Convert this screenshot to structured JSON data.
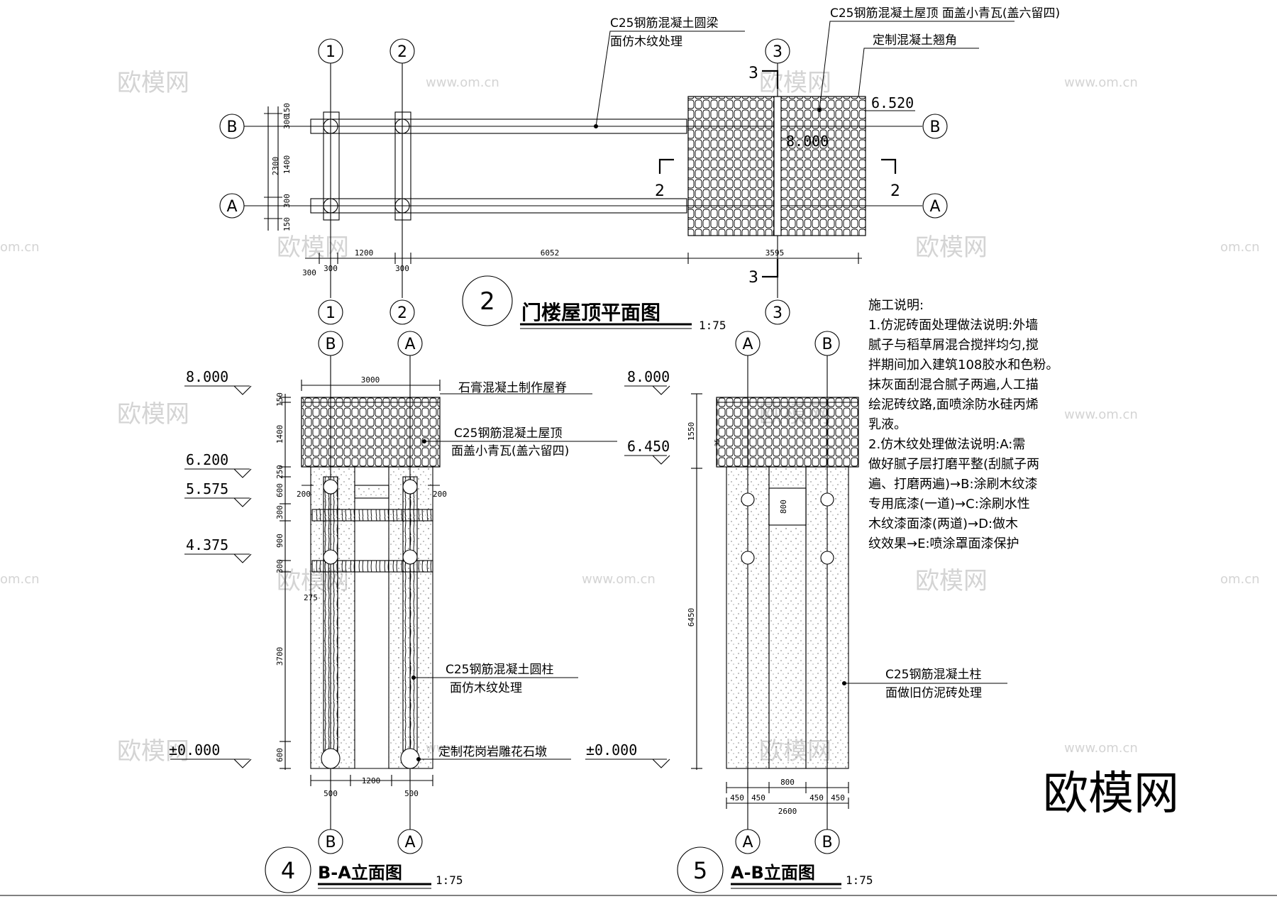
{
  "plan": {
    "title_num": "2",
    "title": "门楼屋顶平面图",
    "scale": "1:75",
    "grid_top": [
      "1",
      "2",
      "3"
    ],
    "grid_bottom": [
      "1",
      "2",
      "3"
    ],
    "row_labels": [
      "B",
      "A"
    ],
    "elev_value": "6.520",
    "ridge_value": "8.000",
    "section_2": "2",
    "section_3": "3",
    "dims_h": [
      "1200",
      "6052",
      "3595"
    ],
    "dims_h_small": [
      "300",
      "300",
      "300"
    ],
    "dims_v": [
      "150",
      "300",
      "1400",
      "300",
      "150",
      "2300"
    ],
    "callout_beam": "C25钢筋混凝土圆梁",
    "callout_beam_2": "面仿木纹处理",
    "callout_roof": "C25钢筋混凝土屋顶 面盖小青瓦(盖六留四)",
    "callout_corner": "定制混凝土翘角"
  },
  "elev_ba": {
    "title_num": "4",
    "title": "B-A立面图",
    "scale": "1:75",
    "grid_top": [
      "B",
      "A"
    ],
    "grid_bottom": [
      "B",
      "A"
    ],
    "levels": [
      "8.000",
      "6.200",
      "5.575",
      "4.375",
      "±0.000"
    ],
    "level_right": [
      "8.000",
      "6.450",
      "±0.000"
    ],
    "dims_top": "3000",
    "dims_v": [
      "150",
      "1400",
      "250",
      "600",
      "300",
      "900",
      "300",
      "3700",
      "600"
    ],
    "dims_side": [
      "200",
      "200"
    ],
    "dim_275": "275",
    "dims_bottom": [
      "500",
      "1200",
      "500"
    ],
    "callout_ridge": "石膏混凝土制作屋脊",
    "callout_roof_1": "C25钢筋混凝土屋顶",
    "callout_roof_2": "面盖小青瓦(盖六留四)",
    "callout_col_1": "C25钢筋混凝土圆柱",
    "callout_col_2": "面仿木纹处理",
    "callout_base": "定制花岗岩雕花石墩"
  },
  "elev_ab": {
    "title_num": "5",
    "title": "A-B立面图",
    "scale": "1:75",
    "grid_top": [
      "A",
      "B"
    ],
    "grid_bottom": [
      "A",
      "B"
    ],
    "dims_v": [
      "1550",
      "6450"
    ],
    "dim_35": "35",
    "dim_800": "800",
    "dims_bottom": [
      "450",
      "450",
      "800",
      "450",
      "450"
    ],
    "dims_total": "2600",
    "callout_col_1": "C25钢筋混凝土柱",
    "callout_col_2": "面做旧仿泥砖处理"
  },
  "notes": {
    "heading": "施工说明:",
    "lines": [
      "1.仿泥砖面处理做法说明:外墙",
      "腻子与稻草屑混合搅拌均匀,搅",
      "拌期间加入建筑108胶水和色粉。",
      "抹灰面刮混合腻子两遍,人工描",
      "绘泥砖纹路,面喷涂防水硅丙烯",
      "乳液。",
      "2.仿木纹处理做法说明:A:需",
      "做好腻子层打磨平整(刮腻子两",
      "遍、打磨两遍)→B:涂刷木纹漆",
      "专用底漆(一道)→C:涂刷水性",
      "木纹漆面漆(两道)→D:做木",
      "纹效果→E:喷涂罩面漆保护"
    ]
  },
  "watermark": {
    "brand": "欧模网",
    "url": "www.om.cn",
    "url_short": "om.cn"
  }
}
